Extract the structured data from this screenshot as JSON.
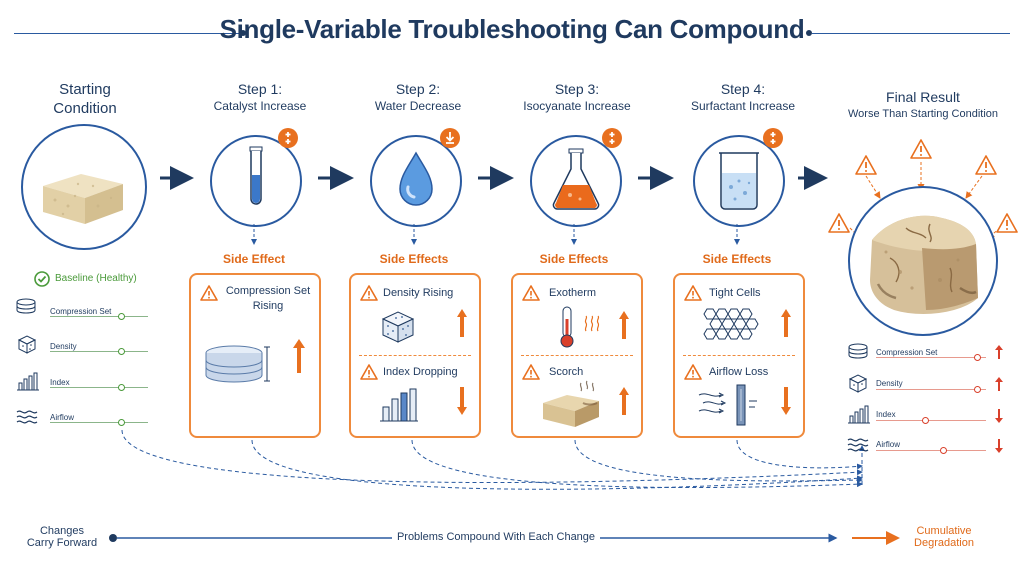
{
  "title": "Single-Variable Troubleshooting Can Compound",
  "start": {
    "line1": "Starting",
    "line2": "Condition",
    "baseline": "Baseline (Healthy)"
  },
  "steps": [
    {
      "num": "Step 1:",
      "name": "Catalyst Increase",
      "side": "Side Effect"
    },
    {
      "num": "Step 2:",
      "name": "Water Decrease",
      "side": "Side Effects"
    },
    {
      "num": "Step 3:",
      "name": "Isocyanate Increase",
      "side": "Side Effects"
    },
    {
      "num": "Step 4:",
      "name": "Surfactant Increase",
      "side": "Side Effects"
    }
  ],
  "effects": {
    "s1": {
      "a_line1": "Compression Set",
      "a_line2": "Rising"
    },
    "s2": {
      "a": "Density Rising",
      "b": "Index Dropping"
    },
    "s3": {
      "a": "Exotherm",
      "b": "Scorch"
    },
    "s4": {
      "a": "Tight Cells",
      "b": "Airflow Loss"
    }
  },
  "final": {
    "line1": "Final Result",
    "line2": "Worse Than Starting Condition"
  },
  "metrics": [
    "Compression Set",
    "Density",
    "Index",
    "Airflow"
  ],
  "bottom": {
    "left1": "Changes",
    "left2": "Carry Forward",
    "center": "Problems Compound With Each Change",
    "right1": "Cumulative",
    "right2": "Degradation"
  },
  "colors": {
    "navy": "#1f3a5f",
    "blue": "#2a5aa0",
    "orange": "#e8701f",
    "green": "#4a9a3a",
    "red": "#d9402b"
  },
  "icons": [
    "check-circle-icon",
    "compression-set-icon",
    "density-cube-icon",
    "index-bars-icon",
    "airflow-icon",
    "test-tube-icon",
    "water-drop-icon",
    "flask-icon",
    "beaker-icon",
    "plus-badge-icon",
    "down-badge-icon",
    "warning-icon",
    "arrow-up-icon",
    "arrow-down-icon",
    "thermometer-icon",
    "heat-waves-icon",
    "honeycomb-icon",
    "foam-block-icon"
  ]
}
